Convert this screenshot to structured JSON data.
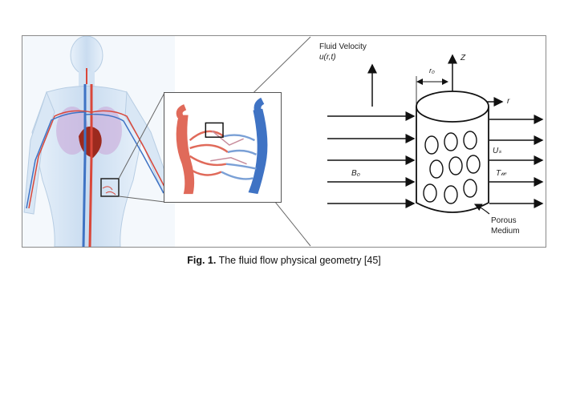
{
  "figure": {
    "fluid_velocity_label": "Fluid Velocity",
    "velocity_fn_label": "u(r,t)",
    "radius_label": "r₀",
    "axis_z_label": "Z",
    "axis_r_label": "r",
    "us_label": "Uₛ",
    "tw_label": "T𝓌",
    "b0_label": "B₀",
    "porous_label_1": "Porous",
    "porous_label_2": "Medium"
  },
  "caption": {
    "prefix": "Fig. 1.",
    "text": " The fluid flow physical geometry  [45]"
  },
  "colors": {
    "artery": "#e06a5a",
    "vein": "#3f73c4",
    "body_tint": "#cfe2f4",
    "heart": "#9c2a1e"
  }
}
